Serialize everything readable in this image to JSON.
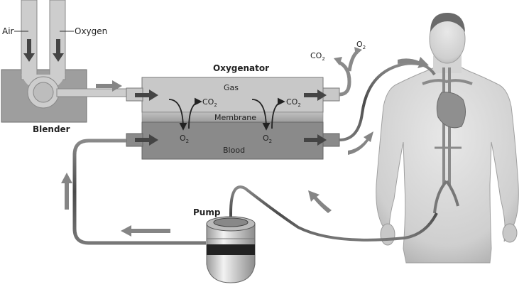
{
  "labels": {
    "air": "Air",
    "oxygen": "Oxygen",
    "blender": "Blender",
    "oxygenator": "Oxygenator",
    "gas": "Gas",
    "membrane": "Membrane",
    "blood": "Blood",
    "pump": "Pump",
    "co2_base": "CO",
    "o2_base": "O",
    "subscript_2": "2"
  },
  "colors": {
    "gas_chamber": "#c8c8c8",
    "membrane": "#b2b2b2",
    "blood_chamber": "#8a8a8a",
    "blender_body": "#9e9e9e",
    "blender_tubes": "#cdcdcd",
    "flow_arrow": "#858585",
    "dark_arrow": "#444444",
    "tubing": "#5e5e5e",
    "skin": "#d6d6d6"
  }
}
